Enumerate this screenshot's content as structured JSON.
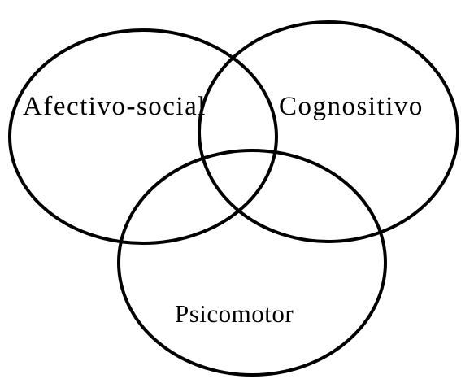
{
  "diagram": {
    "type": "venn",
    "sets": [
      {
        "label": "Afectivo-social"
      },
      {
        "label": "Cognositivo"
      },
      {
        "label": "Psicomotor"
      }
    ],
    "stroke_color": "#000000",
    "background_color": "#ffffff"
  }
}
